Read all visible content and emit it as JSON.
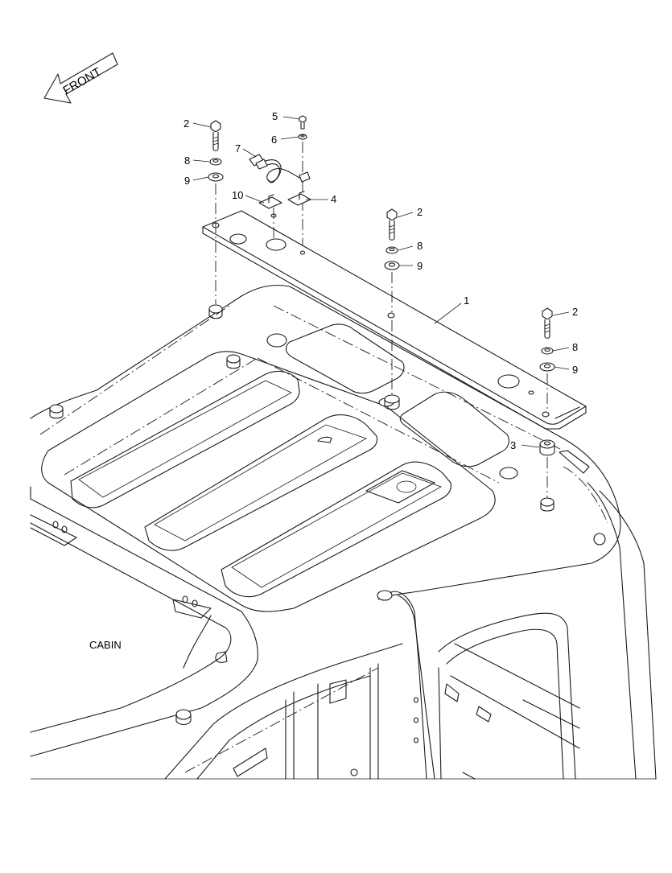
{
  "labels": {
    "front": "FRONT",
    "cabin": "CABIN"
  },
  "callouts": [
    {
      "id": "c1",
      "text": "1"
    },
    {
      "id": "c2a",
      "text": "2"
    },
    {
      "id": "c2b",
      "text": "2"
    },
    {
      "id": "c2c",
      "text": "2"
    },
    {
      "id": "c3",
      "text": "3"
    },
    {
      "id": "c4",
      "text": "4"
    },
    {
      "id": "c5",
      "text": "5"
    },
    {
      "id": "c6",
      "text": "6"
    },
    {
      "id": "c7",
      "text": "7"
    },
    {
      "id": "c8a",
      "text": "8"
    },
    {
      "id": "c8b",
      "text": "8"
    },
    {
      "id": "c8c",
      "text": "8"
    },
    {
      "id": "c9a",
      "text": "9"
    },
    {
      "id": "c9b",
      "text": "9"
    },
    {
      "id": "c9c",
      "text": "9"
    },
    {
      "id": "c10",
      "text": "10"
    }
  ]
}
